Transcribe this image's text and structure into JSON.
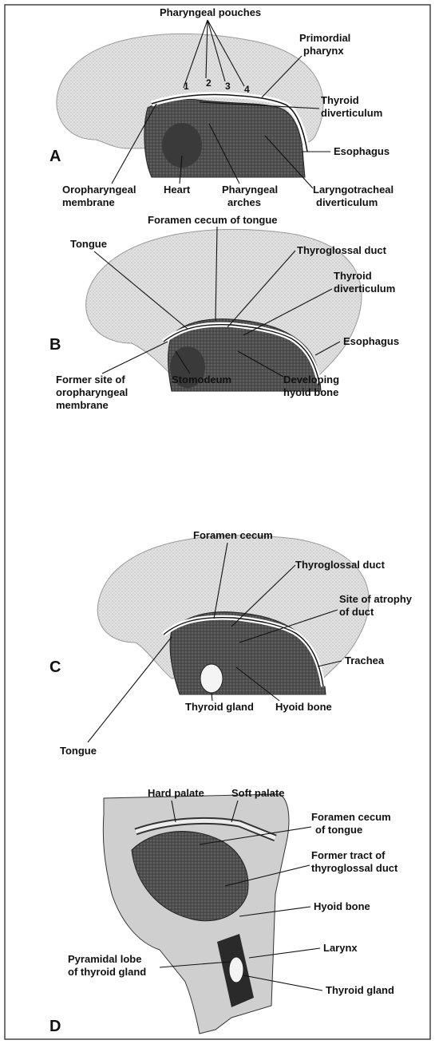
{
  "panels": {
    "A": {
      "letter": "A",
      "labels": {
        "pharyngeal_pouches": "Pharyngeal pouches",
        "primordial_pharynx_1": "Primordial",
        "primordial_pharynx_2": "pharynx",
        "thyroid_diverticulum_1": "Thyroid",
        "thyroid_diverticulum_2": "diverticulum",
        "esophagus": "Esophagus",
        "oropharyngeal_membrane_1": "Oropharyngeal",
        "oropharyngeal_membrane_2": "membrane",
        "heart": "Heart",
        "pharyngeal_arches_1": "Pharyngeal",
        "pharyngeal_arches_2": "arches",
        "laryngotracheal_1": "Laryngotracheal",
        "laryngotracheal_2": "diverticulum"
      },
      "pouch_numbers": [
        "1",
        "2",
        "3",
        "4"
      ]
    },
    "B": {
      "letter": "B",
      "labels": {
        "foramen_cecum_tongue": "Foramen cecum of tongue",
        "tongue": "Tongue",
        "thyroglossal_duct": "Thyroglossal duct",
        "thyroid_diverticulum_1": "Thyroid",
        "thyroid_diverticulum_2": "diverticulum",
        "esophagus": "Esophagus",
        "former_site_1": "Former site of",
        "former_site_2": "oropharyngeal",
        "former_site_3": "membrane",
        "stomodeum": "Stomodeum",
        "developing_hyoid_1": "Developing",
        "developing_hyoid_2": "hyoid bone"
      }
    },
    "C": {
      "letter": "C",
      "labels": {
        "foramen_cecum": "Foramen cecum",
        "thyroglossal_duct": "Thyroglossal duct",
        "site_atrophy_1": "Site of atrophy",
        "site_atrophy_2": "of duct",
        "trachea": "Trachea",
        "thyroid_gland": "Thyroid gland",
        "hyoid_bone": "Hyoid bone",
        "tongue": "Tongue"
      }
    },
    "D": {
      "letter": "D",
      "labels": {
        "hard_palate": "Hard palate",
        "soft_palate": "Soft palate",
        "foramen_cecum_1": "Foramen cecum",
        "foramen_cecum_2": "of tongue",
        "former_tract_1": "Former tract of",
        "former_tract_2": "thyroglossal duct",
        "hyoid_bone": "Hyoid bone",
        "larynx": "Larynx",
        "pyramidal_lobe_1": "Pyramidal lobe",
        "pyramidal_lobe_2": "of thyroid gland",
        "thyroid_gland": "Thyroid gland"
      }
    }
  },
  "colors": {
    "embryo_fill": "#dcdcdc",
    "tissue_dark": "#5a5a5a",
    "tissue_mid": "#8a8a8a",
    "line": "#111111",
    "frame": "#444444"
  }
}
